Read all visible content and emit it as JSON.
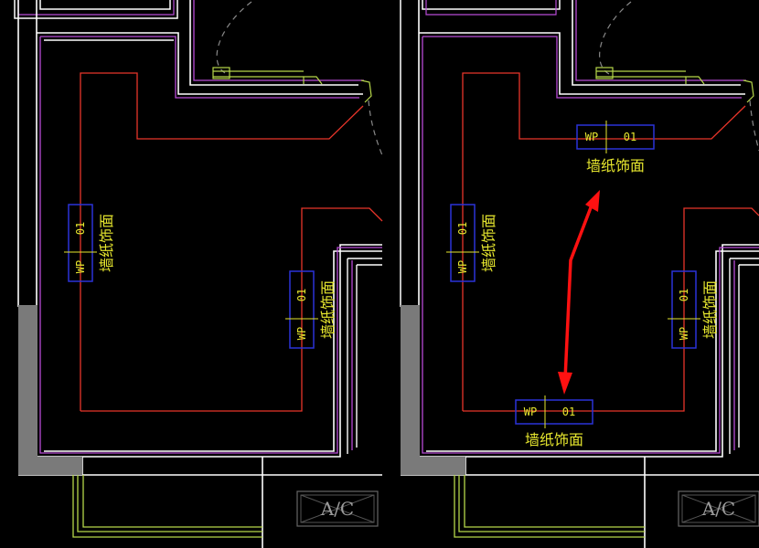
{
  "colors": {
    "background": "#000000",
    "wall": "#ffffff",
    "wall_inner": "#b84bd6",
    "outline": "#e8352a",
    "tag_border": "#2a32d8",
    "text": "#e6e62e",
    "grey_block": "#7a7a7a",
    "pipe": "#b6d74a",
    "arrow": "#ff1111"
  },
  "tags": {
    "code": "WP",
    "number": "01",
    "label": "墙纸饰面"
  },
  "ac_label": "A/C"
}
